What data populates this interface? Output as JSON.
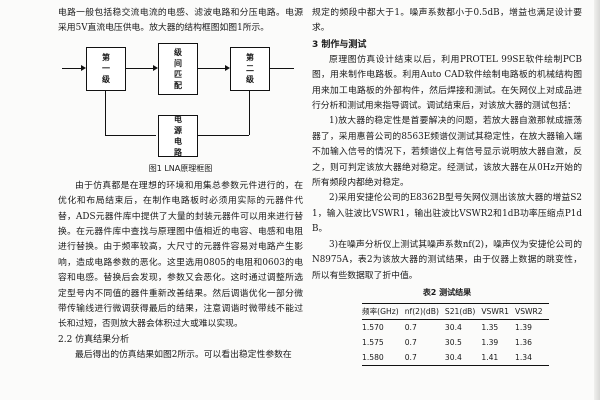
{
  "left": {
    "intro_lines": "电路一般包括稳交流电流的电感、滤波电路和分压电路。电源采用5V直流电压供电。放大器的结构框图如图1所示。",
    "diagram": {
      "box1": "第一级",
      "box2": "级间匹配",
      "box3": "第二级",
      "box4": "电源电路"
    },
    "figure_caption": "图1  LNA原理框图",
    "para1": "由于仿真都是在理想的环境和用集总参数元件进行的，在优化和布局结束后，在制作电路板时必须用实际的元器件代替，ADS元器件库中提供了大量的封装元器件可以用来进行替换。在元器件库中查找与原理图中值相近的电容、电感和电阻进行替换。由于频率较高，大尺寸的元器件容易对电路产生影响，造成电路参数的恶化。这里选用0805的电阻和0603的电容和电感。替换后会发现，参数又会恶化。这时通过调整所选定型号内不同值的器件重新改善结果。然后调谐优化一部分微带传输线进行微调获得最后的结果，注意调谐时微带线不能过长和过短，否则放大器会体积过大或难以实现。",
    "section_2_2": "2.2  仿真结果分析",
    "para2": "最后得出的仿真结果如图2所示。可以看出稳定性参数在"
  },
  "right": {
    "para0": "规定的频段中都大于1。噪声系数都小于0.5dB，增益也满足设计要求。",
    "section_3": "3  制作与测试",
    "para1": "原理图仿真设计结束以后，利用PROTEL 99SE软件绘制PCB图，用来制作电路板。利用Auto CAD软件绘制电路板的机械结构图用来加工电路板的外部构件，然后焊接和测试。在矢网仪上对成品进行分析和测试用来指导调试。调试结束后，对该放大器的测试包括：",
    "item1": "1)放大器的稳定性是首要解决的问题，若放大器自激那就成振荡器了，采用惠普公司的8563E频谱仪测试其稳定性，在放大器输入端不加输入信号的情况下，若频谱仪上有信号显示说明放大器自激，反之，则可判定该放大器绝对稳定。经测试，该放大器在从0Hz开始的所有频段内都绝对稳定。",
    "item2": "2)采用安捷伦公司的E8362B型号矢网仪测出该放大器的增益S21，输入驻波比VSWR1，输出驻波比VSWR2和1dB功率压缩点P1dB。",
    "item3": "3)在噪声分析仪上测试其噪声系数nf(2)，噪声仪为安捷伦公司的N8975A，表2为该放大器的测试结果，由于仪器上数据的跳变性，所以有些数据取了折中值。",
    "table_title": "表2  测试结果",
    "table": {
      "headers": [
        "频率(GHz)",
        "nf(2)(dB)",
        "S21(dB)",
        "VSWR1",
        "VSWR2"
      ],
      "rows": [
        [
          "1.570",
          "0.7",
          "30.4",
          "1.35",
          "1.39"
        ],
        [
          "1.575",
          "0.7",
          "30.5",
          "1.39",
          "1.36"
        ],
        [
          "1.580",
          "0.7",
          "30.4",
          "1.41",
          "1.34"
        ]
      ]
    }
  }
}
